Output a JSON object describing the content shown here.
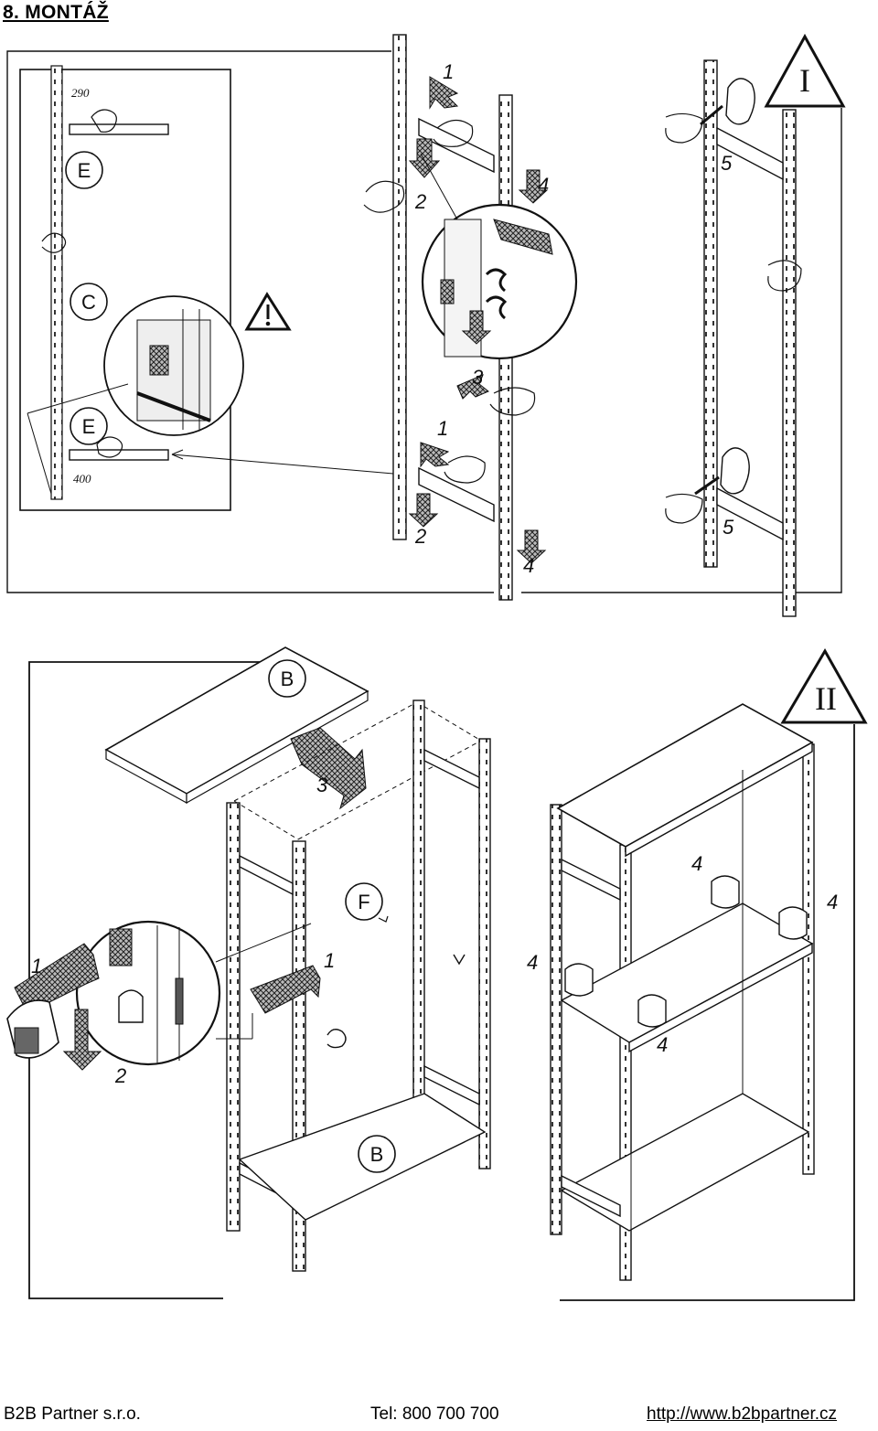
{
  "heading": "8. MONTÁŽ",
  "figure_I": {
    "badge": "I",
    "detail_labels": {
      "dim_top": "290",
      "dim_bottom": "400",
      "part_e": "E",
      "part_c": "C",
      "part_e2": "E"
    },
    "steps": [
      "1",
      "2",
      "4",
      "3",
      "1",
      "2",
      "4",
      "5",
      "5"
    ]
  },
  "figure_II": {
    "badge": "II",
    "parts": {
      "shelf_top": "B",
      "shelf_bottom": "B",
      "clip": "F"
    },
    "steps_left": [
      "3",
      "1",
      "1",
      "2"
    ],
    "steps_right": [
      "4",
      "4",
      "4",
      "4"
    ]
  },
  "footer": {
    "company": "B2B Partner s.r.o.",
    "phone": "Tel: 800 700 700",
    "url": "http://www.b2bpartner.cz"
  }
}
